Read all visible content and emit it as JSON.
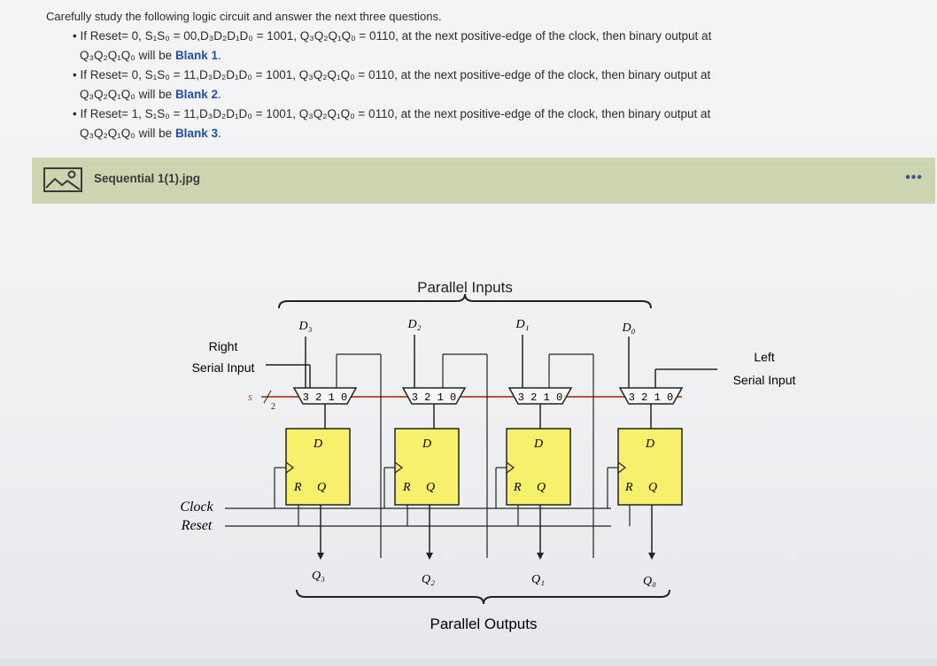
{
  "question": {
    "intro": "Carefully study the following logic circuit and answer the next three questions.",
    "items": [
      {
        "line1": "If Reset= 0, S₁S₀ = 00,D₃D₂D₁D₀ = 1001, Q₃Q₂Q₁Q₀ = 0110, at the next positive-edge of the clock, then binary output at",
        "line2_prefix": "Q₃Q₂Q₁Q₀ will be",
        "blank": "Blank 1",
        "suffix": "."
      },
      {
        "line1": "If Reset= 0, S₁S₀ = 11,D₃D₂D₁D₀ = 1001, Q₃Q₂Q₁Q₀ = 0110, at the next positive-edge of the clock, then binary output at",
        "line2_prefix": "Q₃Q₂Q₁Q₀ will be",
        "blank": "Blank 2",
        "suffix": "."
      },
      {
        "line1": "If Reset= 1, S₁S₀ = 11,D₃D₂D₁D₀ = 1001, Q₃Q₂Q₁Q₀ = 0110, at the next positive-edge of the clock, then binary output at",
        "line2_prefix": "Q₃Q₂Q₁Q₀ will be",
        "blank": "Blank 3",
        "suffix": "."
      }
    ]
  },
  "attachment": {
    "filename": "Sequential 1(1).jpg",
    "icon": "image-file-icon",
    "more_label": "•••"
  },
  "diagram": {
    "parallel_inputs": "Parallel Inputs",
    "parallel_outputs": "Parallel Outputs",
    "right_serial_1": "Right",
    "right_serial_2": "Serial Input",
    "left_serial_1": "Left",
    "left_serial_2": "Serial Input",
    "clock": "Clock",
    "reset": "Reset",
    "select": "s",
    "select_width": "2",
    "mux_label": "3 2 1 0",
    "ff_d": "D",
    "ff_r": "R",
    "ff_q": "Q",
    "inputs": [
      "D₃",
      "D₂",
      "D₁",
      "D₀"
    ],
    "outputs": [
      "Q₃",
      "Q₂",
      "Q₁",
      "Q₀"
    ],
    "colors": {
      "flipflop": "#f7f06a",
      "select_line": "#b5553a",
      "wire": "#2a2a2a"
    }
  }
}
